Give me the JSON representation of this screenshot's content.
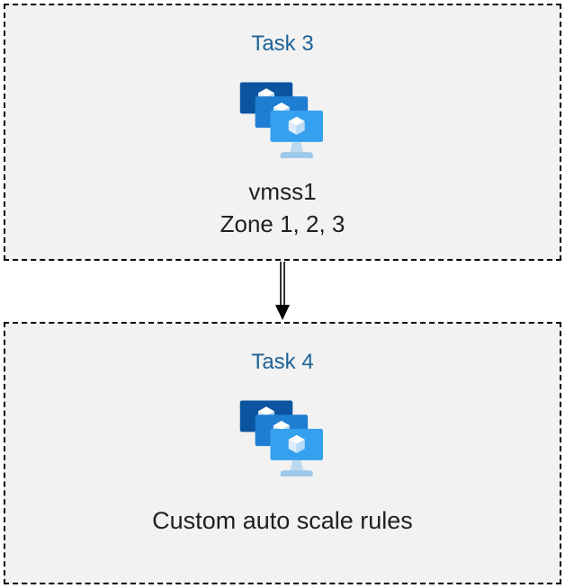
{
  "diagram": {
    "boxes": [
      {
        "title": "Task 3",
        "icon": "vmss-icon",
        "lines": [
          "vmss1",
          "Zone 1, 2, 3"
        ]
      },
      {
        "title": "Task 4",
        "icon": "vmss-icon",
        "lines": [
          "Custom auto scale rules"
        ]
      }
    ],
    "connector": {
      "type": "double-line-arrow",
      "direction": "down"
    },
    "colors": {
      "title_blue": "#1c6298",
      "body_text": "#1f1f1f",
      "box_background": "#f2f2f2",
      "box_border": "#000000",
      "screen_dark_blue": "#0b54a0",
      "screen_mid_blue": "#1e7ed2",
      "screen_light_blue": "#35a0ee",
      "stand_neck_blue": "#bcd9f0",
      "stand_base_blue": "#9cc7e8",
      "cube_top": "#ffffff",
      "cube_left": "#dcecfa",
      "cube_right": "#b8dbf6"
    }
  }
}
